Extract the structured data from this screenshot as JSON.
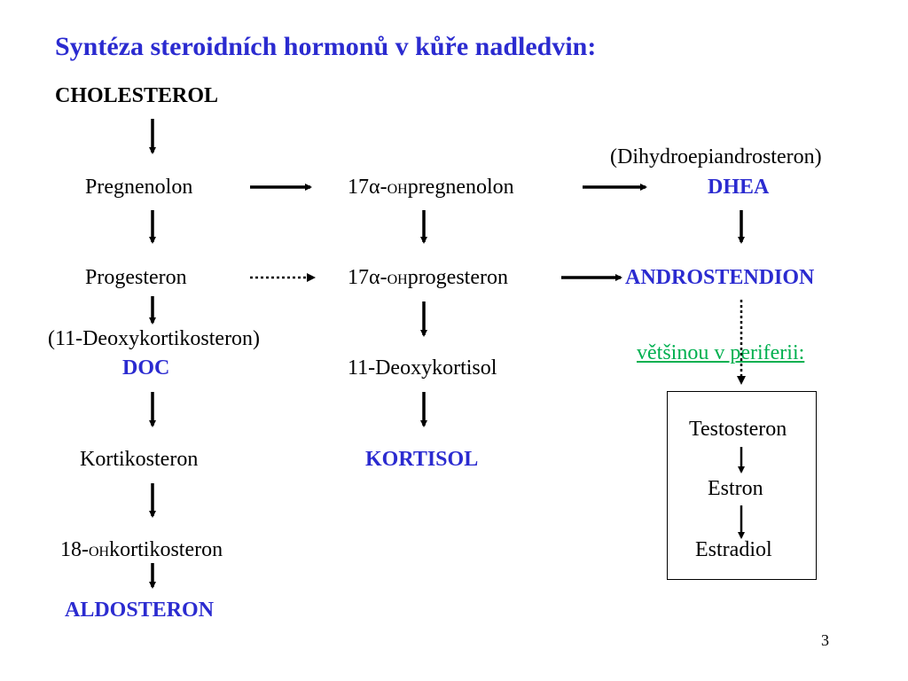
{
  "slide": {
    "title": "Syntéza steroidních hormonů v kůře nadledvin:",
    "page_number": "3",
    "colors": {
      "accent_blue": "#2b2bd0",
      "link_green": "#00b050",
      "text": "#000000"
    }
  },
  "nodes": {
    "cholesterol": "CHOLESTEROL",
    "pregnenolon": "Pregnenolon",
    "progesteron": "Progesteron",
    "doc_full": "(11-Deoxykortikosteron)",
    "doc": "DOC",
    "kortikosteron": "Kortikosteron",
    "oh18_prefix": "18-",
    "oh18_oh": "OH",
    "oh18_suffix": "kortikosteron",
    "aldosteron": "ALDOSTERON",
    "oh17_prefix": "17",
    "alpha": "α",
    "dash": "-",
    "oh": "OH",
    "oh17_preg_suffix": "pregnenolon",
    "oh17_prog_suffix": "progesteron",
    "deoxykortisol": "11-Deoxykortisol",
    "kortisol": "KORTISOL",
    "dhea_full": "(Dihydroepiandrosteron)",
    "dhea": "DHEA",
    "androstendion": "ANDROSTENDION",
    "periferie": "většinou v periferii:",
    "testosteron": "Testosteron",
    "estron": "Estron",
    "estradiol": "Estradiol"
  }
}
